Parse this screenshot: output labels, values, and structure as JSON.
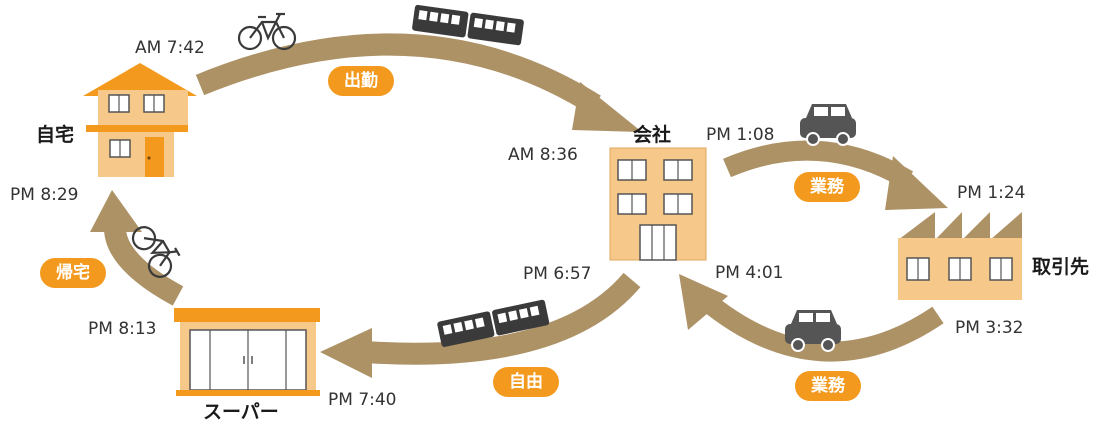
{
  "colors": {
    "arrow": "#ad9266",
    "pill": "#f39a1e",
    "building_fill": "#f6c98a",
    "roof": "#f39a1e",
    "vehicle": "#3a3a3a"
  },
  "places": {
    "home": "自宅",
    "company": "会社",
    "client": "取引先",
    "supermarket": "スーパー"
  },
  "times": {
    "home_depart": "AM 7:42",
    "company_arrive": "AM 8:36",
    "company_depart_client": "PM 1:08",
    "client_arrive": "PM 1:24",
    "client_depart": "PM 3:32",
    "company_return": "PM 4:01",
    "company_leave": "PM 6:57",
    "super_arrive": "PM 7:40",
    "super_depart": "PM 8:13",
    "home_arrive": "PM 8:29"
  },
  "tags": {
    "commute": "出勤",
    "business_out": "業務",
    "business_back": "業務",
    "free": "自由",
    "return_home": "帰宅"
  },
  "icons": {
    "home": "house-icon",
    "company": "office-building-icon",
    "client": "factory-icon",
    "supermarket": "store-icon",
    "bicycle": "bicycle-icon",
    "train": "train-icon",
    "car": "car-icon"
  }
}
